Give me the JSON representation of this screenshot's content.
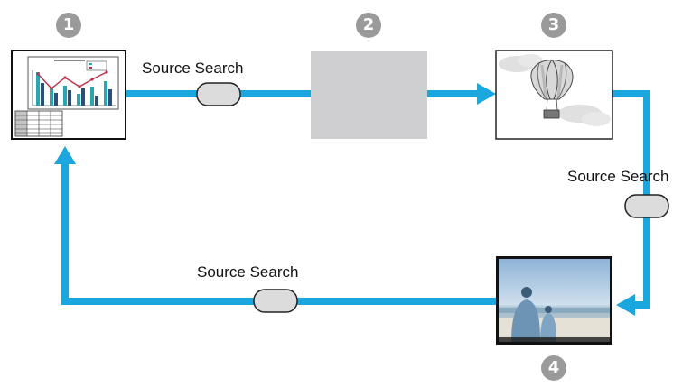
{
  "steps": [
    {
      "number": "1"
    },
    {
      "number": "2"
    },
    {
      "number": "3"
    },
    {
      "number": "4"
    }
  ],
  "labels": {
    "top": "Source Search",
    "right": "Source Search",
    "bottom": "Source Search"
  },
  "colors": {
    "arrow": "#1aa7de",
    "badge": "#9a9a9a",
    "blank_screen": "#cfcfd1",
    "button_fill": "#dcdcdc"
  },
  "icons": {
    "screen1": "bar-chart-presentation-icon",
    "screen2": "blank-gray-screen",
    "screen3": "hot-air-balloon-icon",
    "screen4": "beach-photo-icon"
  }
}
